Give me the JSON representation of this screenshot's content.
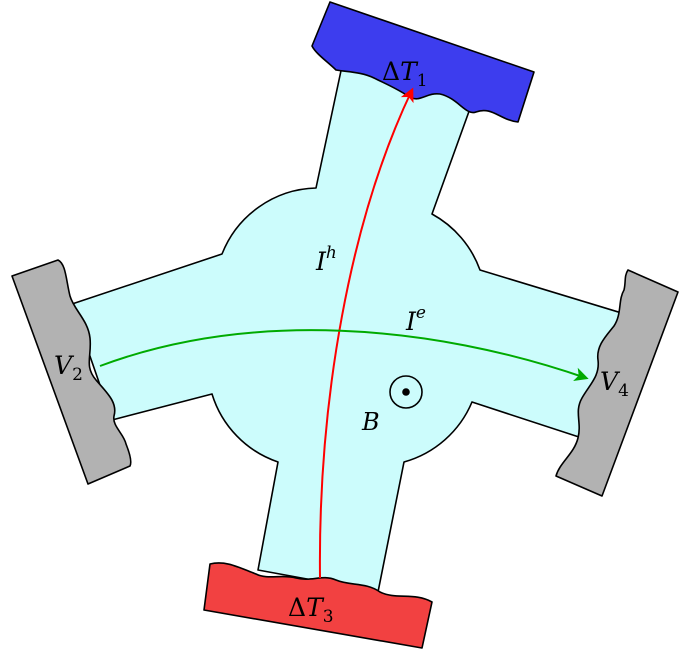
{
  "contacts": {
    "top": {
      "delta": "Δ",
      "var": "T",
      "sub": "1",
      "color": "#3d3dee"
    },
    "bottom": {
      "delta": "Δ",
      "var": "T",
      "sub": "3",
      "color": "#f24141"
    },
    "left": {
      "var": "V",
      "sub": "2",
      "color": "#b2b2b2"
    },
    "right": {
      "var": "V",
      "sub": "4",
      "color": "#b2b2b2"
    }
  },
  "device": {
    "fill_color": "#ccfcfc"
  },
  "currents": {
    "hole": {
      "var": "I",
      "sup": "h",
      "color": "#ff0000"
    },
    "electron": {
      "var": "I",
      "sup": "e",
      "color": "#00aa00"
    }
  },
  "field": {
    "label": "B",
    "icon": "out-of-page-field-icon"
  }
}
